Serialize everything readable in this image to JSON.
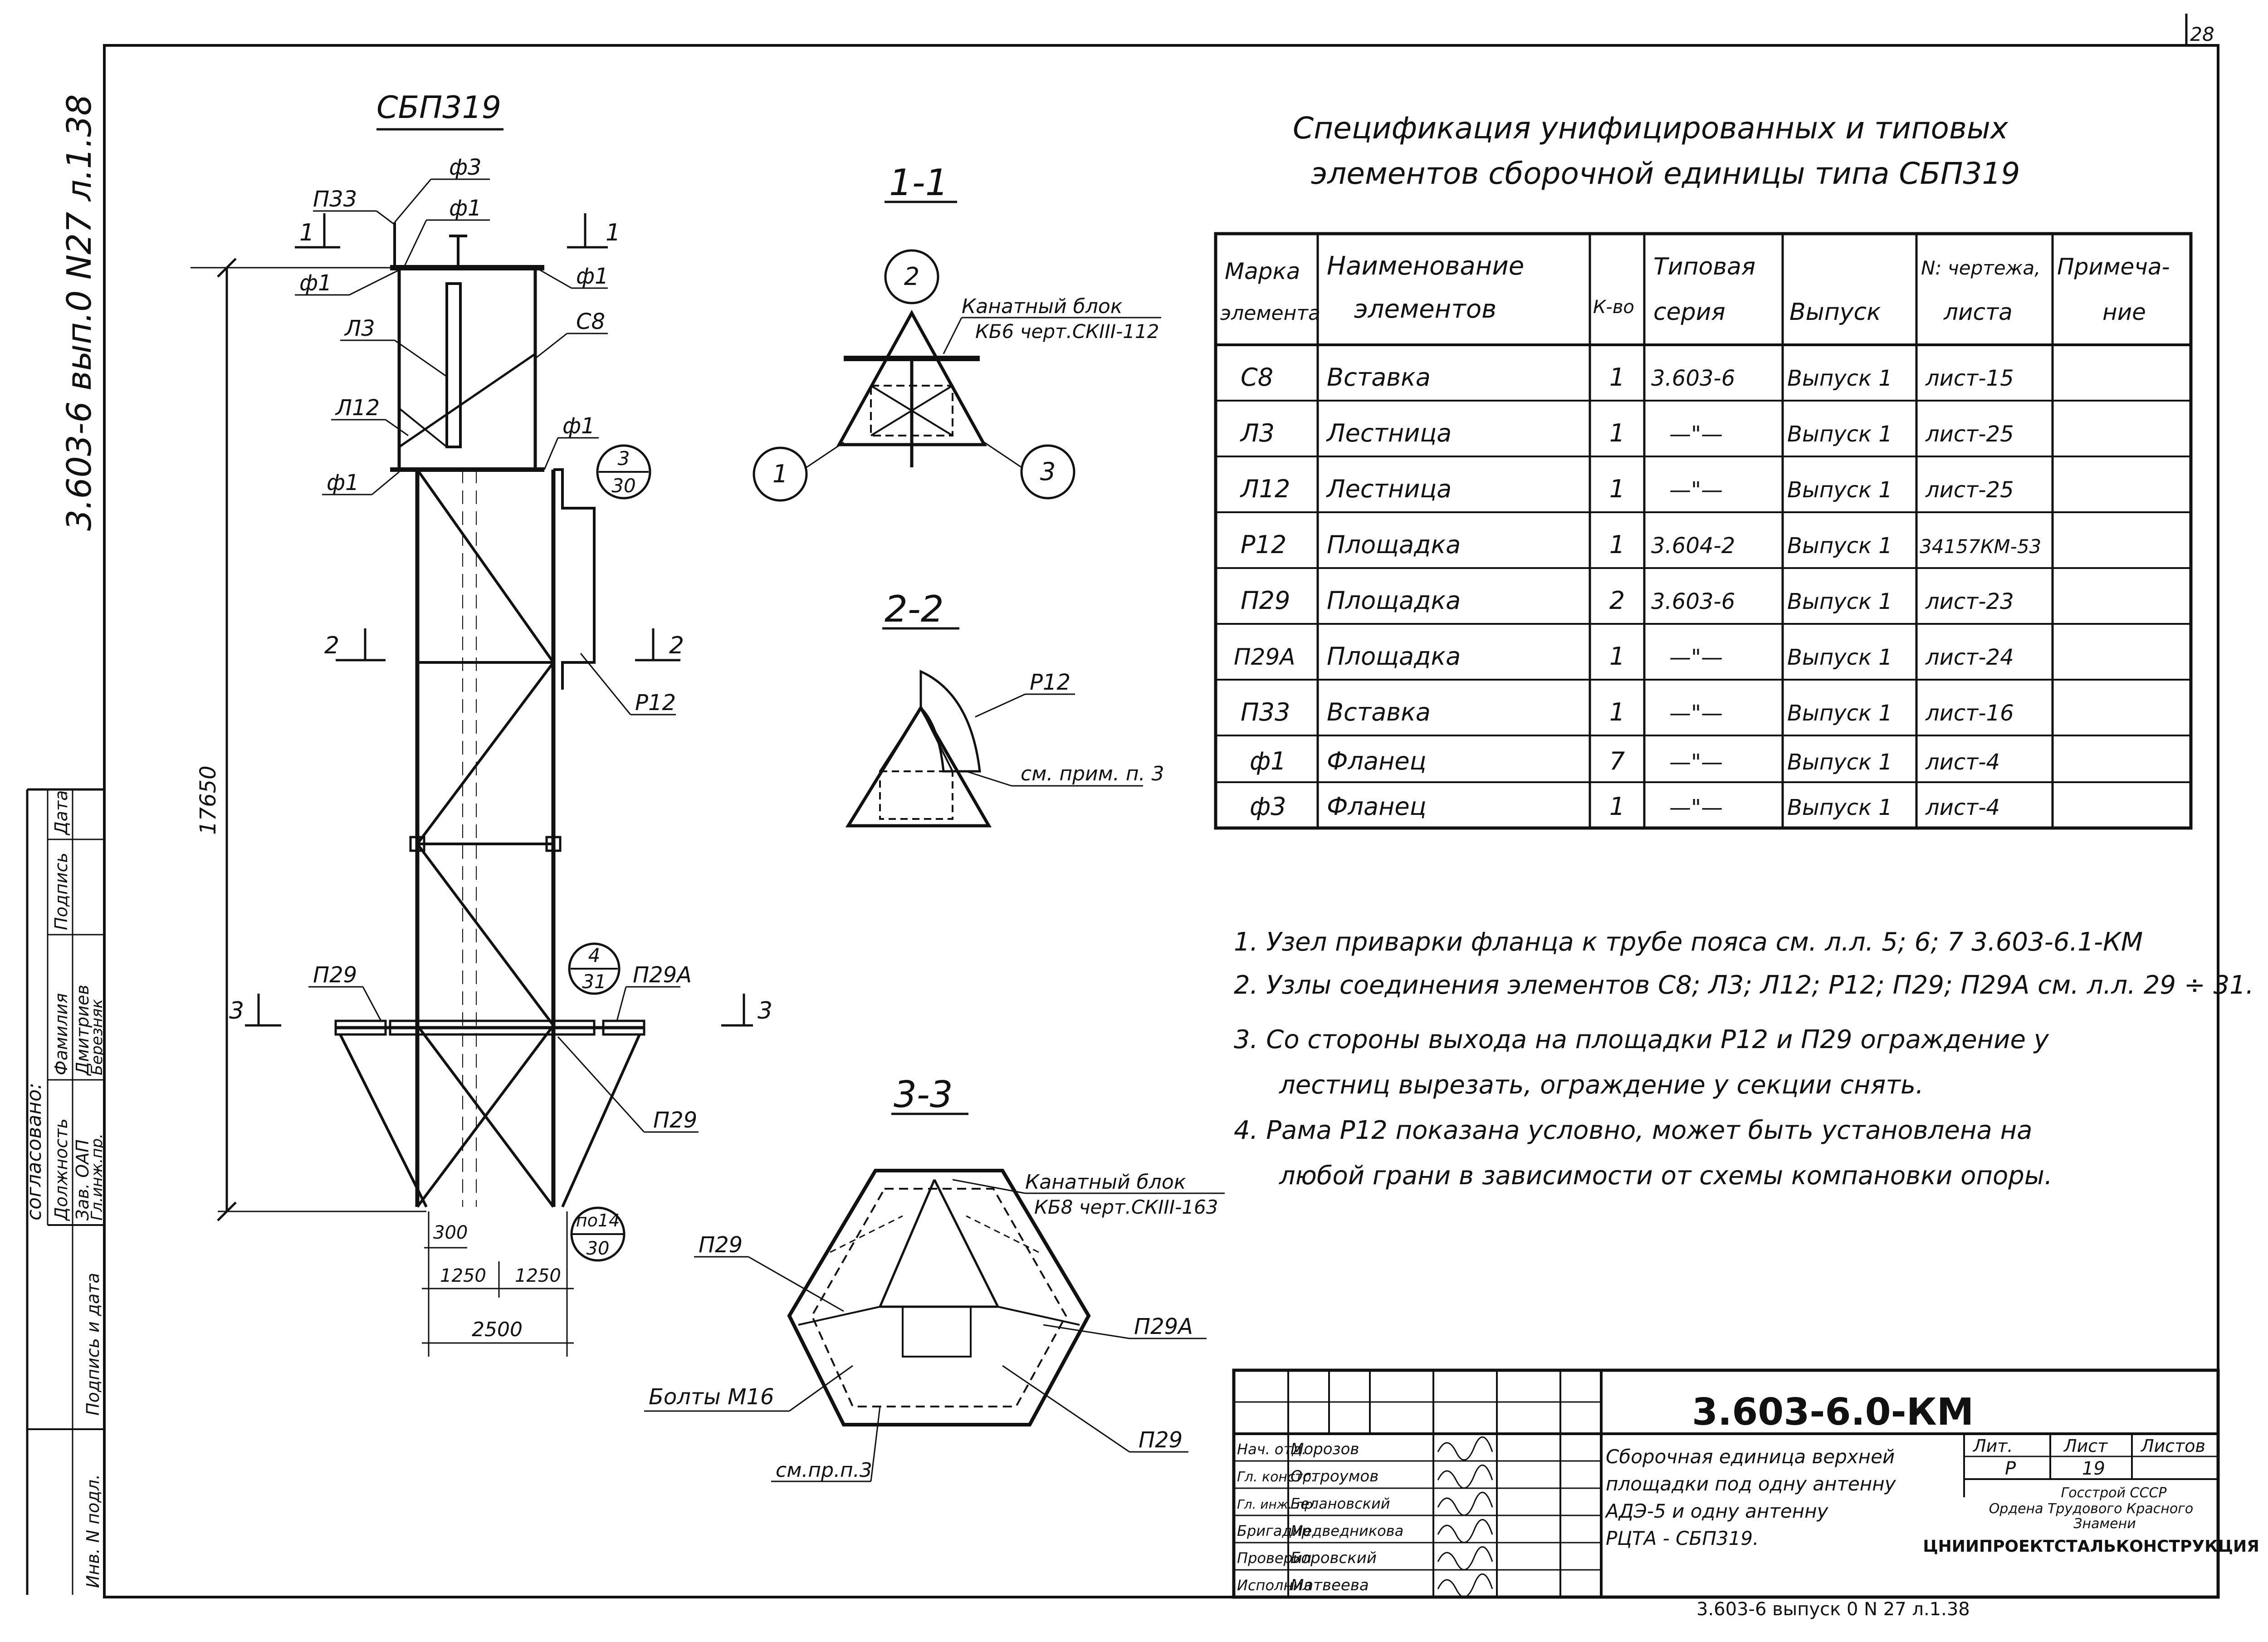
{
  "sheet": {
    "page_number": "28",
    "archive_code_vertical": "3.603-6  вып.0  N27  л.1.38",
    "bottom_archive_code": "3.603-6   выпуск 0   N 27   л.1.38"
  },
  "drawing": {
    "main_title": "СБП319",
    "height_dimension": "17650",
    "width_total": "2500",
    "half_width_left": "1250",
    "half_width_right": "1250",
    "offset_dim": "300",
    "section_cut_marks": {
      "one": "1",
      "two": "2",
      "three": "3"
    },
    "labels": {
      "p33": "П33",
      "f3": "ф3",
      "f1": "ф1",
      "l3": "Л3",
      "c8": "С8",
      "l12": "Л12",
      "r12": "Р12",
      "p29": "П29",
      "p29a": "П29А"
    },
    "callouts": {
      "c1_top": "3",
      "c1_bottom": "30",
      "c2_top": "4",
      "c2_bottom": "31",
      "c3_top": "по14",
      "c3_bottom": "30"
    }
  },
  "sections": {
    "s11": {
      "title": "1-1",
      "marker_top": "2",
      "marker_left": "1",
      "marker_right": "3",
      "block_label": "Канатный блок",
      "block_ref": "КБ6 черт.СКIII-112"
    },
    "s22": {
      "title": "2-2",
      "label_r12": "Р12",
      "note_ref": "см. прим. п. 3"
    },
    "s33": {
      "title": "3-3",
      "block_label": "Канатный блок",
      "block_ref": "КБ8 черт.СКIII-163",
      "label_p29_left": "П29",
      "label_p29a": "П29А",
      "label_p29_right": "П29",
      "bolts": "Болты М16",
      "note_ref": "см.пр.п.3"
    }
  },
  "spec": {
    "title_line1": "Спецификация унифицированных и типовых",
    "title_line2": "элементов сборочной единицы типа СБП319",
    "headers": {
      "mark": [
        "Марка",
        "элемента"
      ],
      "name": [
        "Наименование",
        "элементов"
      ],
      "qty": [
        "К-во"
      ],
      "series": [
        "Типовая",
        "серия"
      ],
      "issue": [
        "Выпуск"
      ],
      "sheet": [
        "N: чертежа,",
        "листа"
      ],
      "note": [
        "Примеча-",
        "ние"
      ]
    },
    "rows": [
      {
        "mark": "С8",
        "name": "Вставка",
        "qty": "1",
        "series": "3.603-6",
        "issue": "Выпуск 1",
        "sheet": "лист-15"
      },
      {
        "mark": "Л3",
        "name": "Лестница",
        "qty": "1",
        "series": "—\"—",
        "issue": "Выпуск 1",
        "sheet": "лист-25"
      },
      {
        "mark": "Л12",
        "name": "Лестница",
        "qty": "1",
        "series": "—\"—",
        "issue": "Выпуск 1",
        "sheet": "лист-25"
      },
      {
        "mark": "Р12",
        "name": "Площадка",
        "qty": "1",
        "series": "3.604-2",
        "issue": "Выпуск 1",
        "sheet": "34157КМ-53"
      },
      {
        "mark": "П29",
        "name": "Площадка",
        "qty": "2",
        "series": "3.603-6",
        "issue": "Выпуск 1",
        "sheet": "лист-23"
      },
      {
        "mark": "П29А",
        "name": "Площадка",
        "qty": "1",
        "series": "—\"—",
        "issue": "Выпуск 1",
        "sheet": "лист-24"
      },
      {
        "mark": "П33",
        "name": "Вставка",
        "qty": "1",
        "series": "—\"—",
        "issue": "Выпуск 1",
        "sheet": "лист-16"
      },
      {
        "mark": "ф1",
        "name": "Фланец",
        "qty": "7",
        "series": "—\"—",
        "issue": "Выпуск 1",
        "sheet": "лист-4"
      },
      {
        "mark": "ф3",
        "name": "Фланец",
        "qty": "1",
        "series": "—\"—",
        "issue": "Выпуск 1",
        "sheet": "лист-4"
      }
    ]
  },
  "notes": [
    "1. Узел приварки фланца к трубе пояса см. л.л. 5; 6; 7 3.603-6.1-КМ",
    "2. Узлы соединения элементов С8; Л3; Л12; Р12; П29; П29А см. л.л. 29 ÷ 31.",
    "3. Со стороны выхода на площадки Р12 и П29 ограждение у",
    "лестниц вырезать, ограждение у секции снять.",
    "4. Рама Р12 показана условно, может быть установлена на",
    "любой грани в зависимости от схемы компановки опоры."
  ],
  "approval": {
    "title": "согласовано:",
    "headers": [
      "Должность",
      "Фамилия",
      "Подпись",
      "Дата"
    ],
    "rows": [
      {
        "position": "Зав. ОАП",
        "name": "Дмитриев"
      },
      {
        "position": "Гл.инж.пр.",
        "name": "Березняк"
      }
    ]
  },
  "side_stamp": {
    "signature_date": "Подпись и дата",
    "inventory": "Инв. N подл."
  },
  "title_block": {
    "code": "3.603-6.0-КМ",
    "description": [
      "Сборочная единица верхней",
      "площадки под одну антенну",
      "АДЭ-5 и одну антенну",
      "РЦТА - СБП319."
    ],
    "stage_label": "Лит.",
    "sheet_label": "Лист",
    "sheets_label": "Листов",
    "stage": "Р",
    "sheet": "19",
    "org_line1": "Госстрой СССР",
    "org_line2": "Ордена Трудового Красного",
    "org_line3": "Знамени",
    "org_name": "ЦНИИПРОЕКТСТАЛЬКОНСТРУКЦИЯ",
    "signers": [
      {
        "role": "Нач. отд.",
        "name": "Морозов"
      },
      {
        "role": "Гл. констр.",
        "name": "Остроумов"
      },
      {
        "role": "Гл. инж. пр.",
        "name": "Белановский"
      },
      {
        "role": "Бригадир",
        "name": "Медведникова"
      },
      {
        "role": "Проверил",
        "name": "Боровский"
      },
      {
        "role": "Исполнил",
        "name": "Матвеева"
      }
    ]
  }
}
